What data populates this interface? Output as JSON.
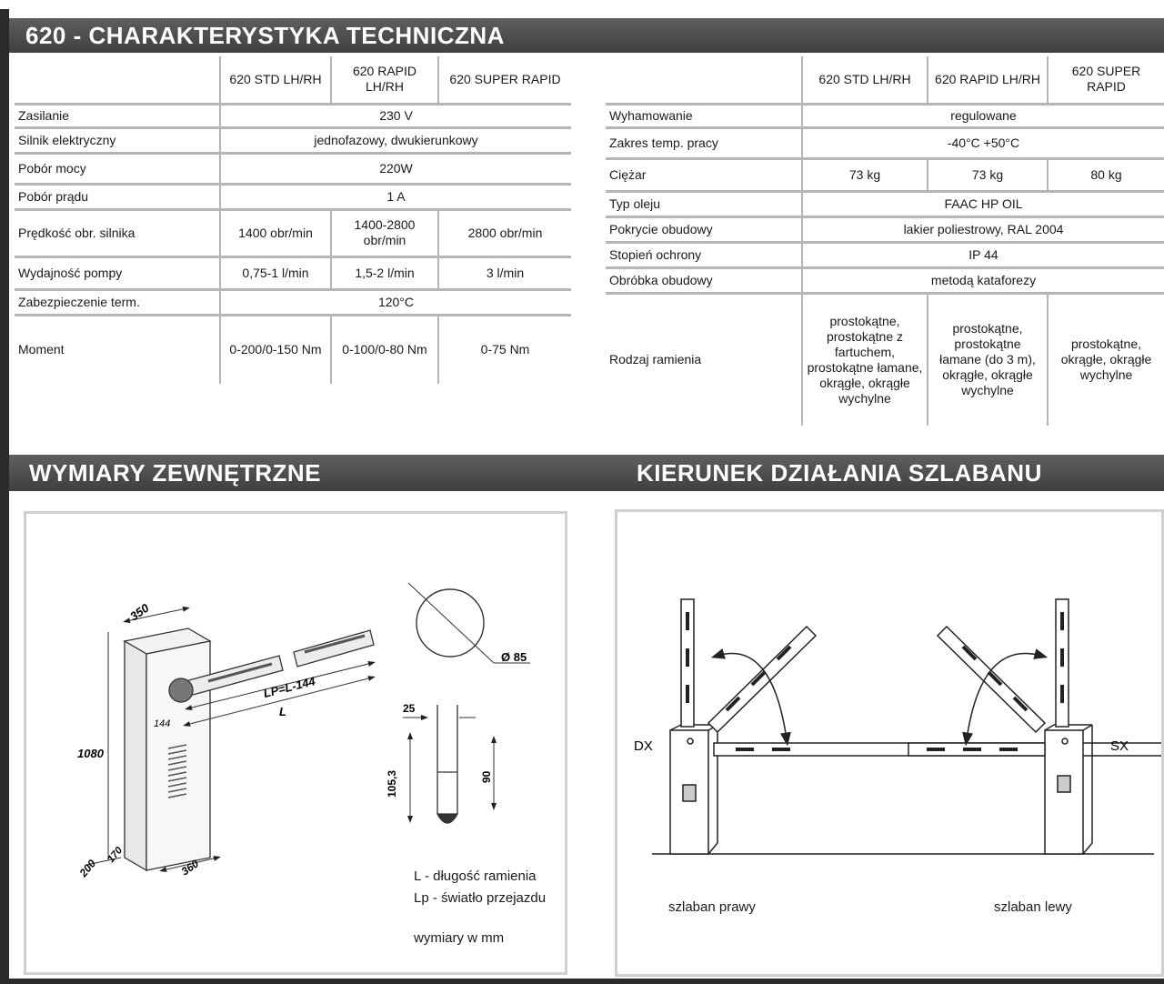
{
  "header": {
    "title": "620 - CHARAKTERYSTYKA TECHNICZNA"
  },
  "left_table": {
    "columns": [
      "620 STD LH/RH",
      "620 RAPID LH/RH",
      "620 SUPER RAPID"
    ],
    "rows": {
      "zasilanie": {
        "label": "Zasilanie",
        "value": "230 V"
      },
      "silnik": {
        "label": "Silnik elektryczny",
        "value": "jednofazowy, dwukierunkowy"
      },
      "pobor_mocy": {
        "label": "Pobór mocy",
        "value": "220W"
      },
      "pobor_pradu": {
        "label": "Pobór prądu",
        "value": "1 A"
      },
      "predkosc": {
        "label": "Prędkość obr. silnika",
        "values": [
          "1400 obr/min",
          "1400-2800 obr/min",
          "2800 obr/min"
        ]
      },
      "wydajnosc": {
        "label": "Wydajność pompy",
        "values": [
          "0,75-1 l/min",
          "1,5-2 l/min",
          "3 l/min"
        ]
      },
      "zabezpieczenie": {
        "label": "Zabezpieczenie term.",
        "value": "120°C"
      },
      "moment": {
        "label": "Moment",
        "values": [
          "0-200/0-150 Nm",
          "0-100/0-80 Nm",
          "0-75 Nm"
        ]
      }
    }
  },
  "right_table": {
    "columns": [
      "620 STD LH/RH",
      "620 RAPID LH/RH",
      "620 SUPER RAPID"
    ],
    "rows": {
      "wyhamowanie": {
        "label": "Wyhamowanie",
        "value": "regulowane"
      },
      "zakres": {
        "label": "Zakres temp. pracy",
        "value": "-40°C +50°C"
      },
      "ciezar": {
        "label": "Ciężar",
        "values": [
          "73 kg",
          "73 kg",
          "80 kg"
        ]
      },
      "olej": {
        "label": "Typ oleju",
        "value": "FAAC HP OIL"
      },
      "pokrycie": {
        "label": "Pokrycie obudowy",
        "value": "lakier poliestrowy, RAL 2004"
      },
      "stopien": {
        "label": "Stopień ochrony",
        "value": "IP 44"
      },
      "obrobka": {
        "label": "Obróbka obudowy",
        "value": "metodą kataforezy"
      },
      "ramie": {
        "label": "Rodzaj ramienia",
        "values": [
          "prostokątne, prostokątne z fartuchem, prostokątne łamane, okrągłe, okrągłe wychylne",
          "prostokątne, prostokątne łamane (do 3 m), okrągłe, okrągłe wychylne",
          "prostokątne, okrągłe, okrągłe wychylne"
        ]
      }
    }
  },
  "sections": {
    "dimensions": "WYMIARY ZEWNĘTRZNE",
    "direction": "KIERUNEK DZIAŁANIA SZLABANU"
  },
  "dimensions_drawing": {
    "labels": {
      "width_top": "350",
      "height": "1080",
      "depth": "200",
      "base": "170",
      "width_bottom": "360",
      "offset": "144",
      "lp": "LP=L-144",
      "l": "L",
      "diameter": "Ø 85",
      "profile_width": "25",
      "profile_height": "105,3",
      "profile_inner": "90"
    },
    "legend": {
      "line1": "L - długość ramienia",
      "line2": "Lp - światło przejazdu",
      "line3": "wymiary w mm"
    }
  },
  "direction_drawing": {
    "dx": "DX",
    "sx": "SX",
    "caption_left": "szlaban prawy",
    "caption_right": "szlaban lewy"
  }
}
